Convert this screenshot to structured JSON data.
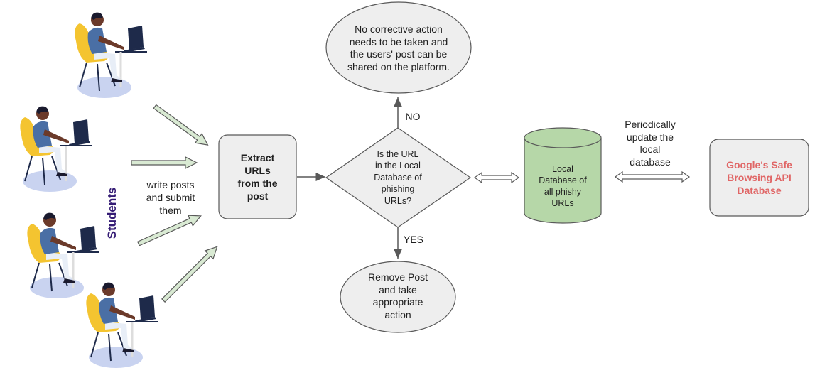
{
  "students_label": "Students",
  "write_posts_label": "write posts\nand submit\nthem",
  "extract_box": "Extract\nURLs\nfrom the\npost",
  "decision": "Is the URL\nin the Local\nDatabase of\nphishing\nURLs?",
  "no_label": "NO",
  "yes_label": "YES",
  "no_action": "No corrective action\nneeds to be taken and\nthe users' post can be\nshared on the platform.",
  "yes_action": "Remove Post\nand take\nappropriate\naction",
  "local_db": "Local\nDatabase of\nall phishy\nURLs",
  "update_label": "Periodically\nupdate the\nlocal\ndatabase",
  "google_db": "Google's Safe\nBrowsing API\nDatabase",
  "colors": {
    "box_fill": "#eeeeee",
    "stroke": "#595959",
    "db_fill": "#b6d7a8",
    "arrow_fill": "#d9ead3",
    "google_text": "#e06666",
    "students_text": "#351c75",
    "person_skin": "#6b3a2a",
    "person_hair": "#1a1a2e",
    "chair": "#f4c430",
    "shirt": "#4a6fa5",
    "pants": "#e8eef7",
    "floor": "#c9d3f0",
    "laptop": "#1e2a4a"
  }
}
